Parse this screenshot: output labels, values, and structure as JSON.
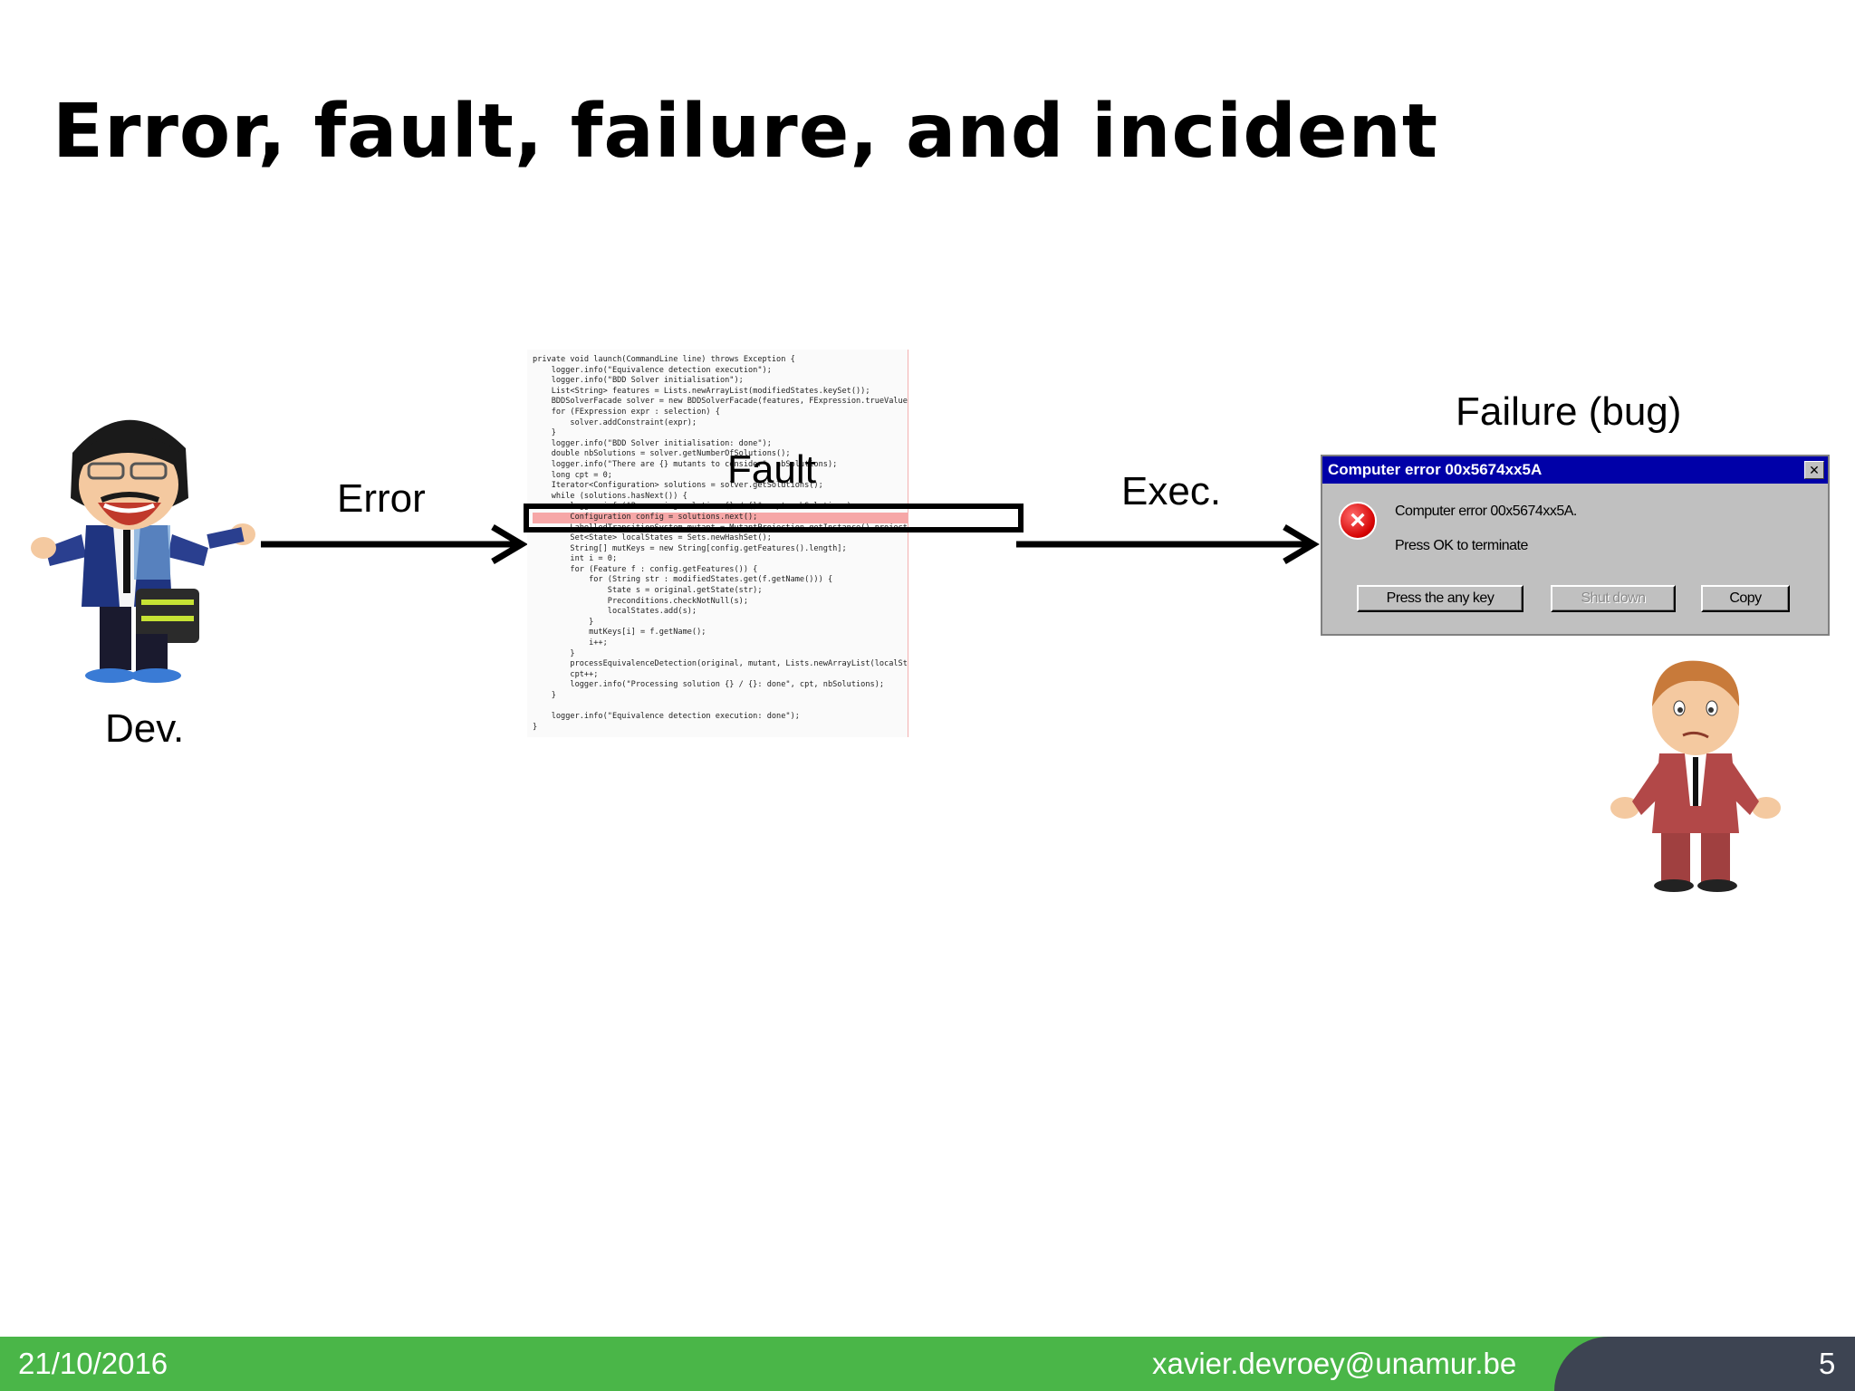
{
  "slide": {
    "title": "Error, fault, failure, and incident"
  },
  "labels": {
    "dev": "Dev.",
    "error": "Error",
    "fault": "Fault",
    "exec": "Exec.",
    "failure": "Failure (bug)"
  },
  "code": {
    "lines": [
      "private void launch(CommandLine line) throws Exception {",
      "    logger.info(\"Equivalence detection execution\");",
      "    logger.info(\"BDD Solver initialisation\");",
      "    List<String> features = Lists.newArrayList(modifiedStates.keySet());",
      "    BDDSolverFacade solver = new BDDSolverFacade(features, FExpression.trueValue());",
      "    for (FExpression expr : selection) {",
      "        solver.addConstraint(expr);",
      "    }",
      "    logger.info(\"BDD Solver initialisation: done\");",
      "    double nbSolutions = solver.getNumberOfSolutions();",
      "    logger.info(\"There are {} mutants to consider\", nbSolutions);",
      "    long cpt = 0;",
      "    Iterator<Configuration> solutions = solver.getSolutions();",
      "    while (solutions.hasNext()) {",
      "        logger.info(\"Processing solution {} / {}\", cpt, nbSolutions);",
      "        Configuration config = solutions.next();",
      "        LabelledTransitionSystem mutant = MutantProjection.getInstance().project(fts, config);",
      "        Set<State> localStates = Sets.newHashSet();",
      "        String[] mutKeys = new String[config.getFeatures().length];",
      "        int i = 0;",
      "        for (Feature f : config.getFeatures()) {",
      "            for (String str : modifiedStates.get(f.getName())) {",
      "                State s = original.getState(str);",
      "                Preconditions.checkNotNull(s);",
      "                localStates.add(s);",
      "            }",
      "            mutKeys[i] = f.getName();",
      "            i++;",
      "        }",
      "        processEquivalenceDetection(original, mutant, Lists.newArrayList(localStates), mutKeys);",
      "        cpt++;",
      "        logger.info(\"Processing solution {} / {}: done\", cpt, nbSolutions);",
      "    }",
      "",
      "    logger.info(\"Equivalence detection execution: done\");",
      "}"
    ],
    "highlighted_line": 15
  },
  "dialog": {
    "title": "Computer error 00x5674xx5A",
    "close": "✕",
    "icon": "error-icon",
    "message_line1": "Computer error 00x5674xx5A.",
    "message_line2": "Press OK to terminate",
    "btn_any_key": "Press the any key",
    "btn_shutdown": "Shut down",
    "btn_copy": "Copy"
  },
  "footer": {
    "date": "21/10/2016",
    "email": "xavier.devroey@unamur.be",
    "page_number": "5"
  },
  "colors": {
    "footer_green": "#4ab648",
    "footer_dark": "#3d4452",
    "dialog_title": "#0000a8"
  }
}
